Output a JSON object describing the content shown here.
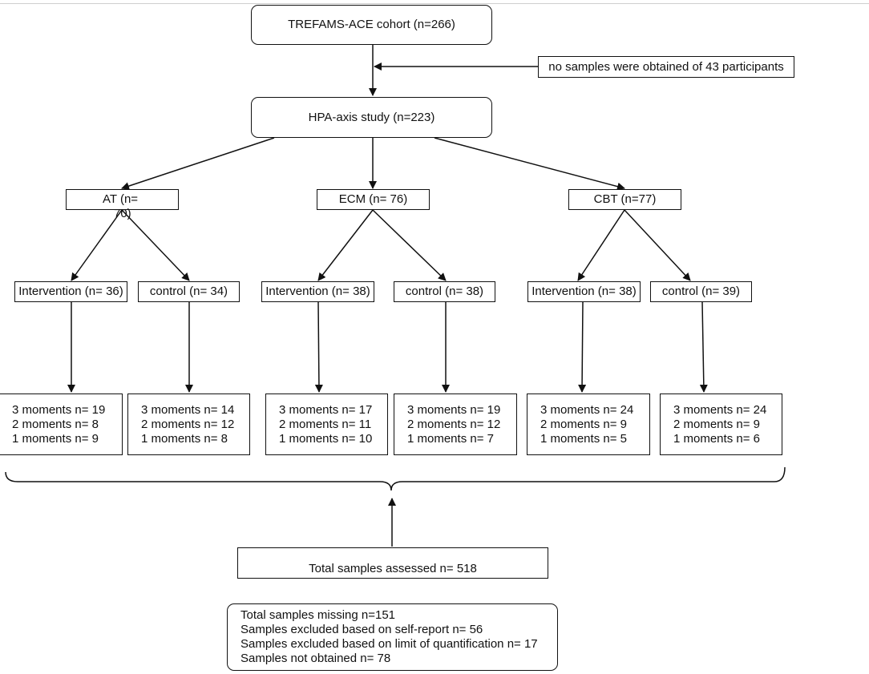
{
  "cohort": "TREFAMS-ACE cohort (n=266)",
  "no_samples": "no samples were obtained of 43 participants",
  "hpa_study": "HPA-axis study (n=223)",
  "groups": {
    "at": {
      "label_line1": "AT (n=",
      "label_line2": "70)"
    },
    "ecm": {
      "label": "ECM (n= 76)"
    },
    "cbt": {
      "label": "CBT (n=77)"
    }
  },
  "arms": [
    {
      "label": "Intervention (n= 36)",
      "moments": [
        "3 moments n= 19",
        "2 moments n= 8",
        "1 moments n= 9"
      ]
    },
    {
      "label": "control (n= 34)",
      "moments": [
        "3 moments n= 14",
        "2 moments n= 12",
        "1 moments n= 8"
      ]
    },
    {
      "label": "Intervention (n= 38)",
      "moments": [
        "3 moments n= 17",
        "2 moments n= 11",
        "1 moments n= 10"
      ]
    },
    {
      "label": "control (n= 38)",
      "moments": [
        "3 moments n= 19",
        "2 moments n= 12",
        "1 moments n= 7"
      ]
    },
    {
      "label": "Intervention (n= 38)",
      "moments": [
        "3 moments n= 24",
        "2 moments n= 9",
        "1 moments n= 5"
      ]
    },
    {
      "label": "control (n= 39)",
      "moments": [
        "3 moments n= 24",
        "2 moments n= 9",
        "1 moments n= 6"
      ]
    }
  ],
  "total_assessed": "Total samples assessed n= 518",
  "missing": [
    "Total samples missing n=151",
    "Samples excluded based on self-report n= 56",
    "Samples excluded based on limit of quantification n= 17",
    "Samples not obtained n= 78"
  ]
}
